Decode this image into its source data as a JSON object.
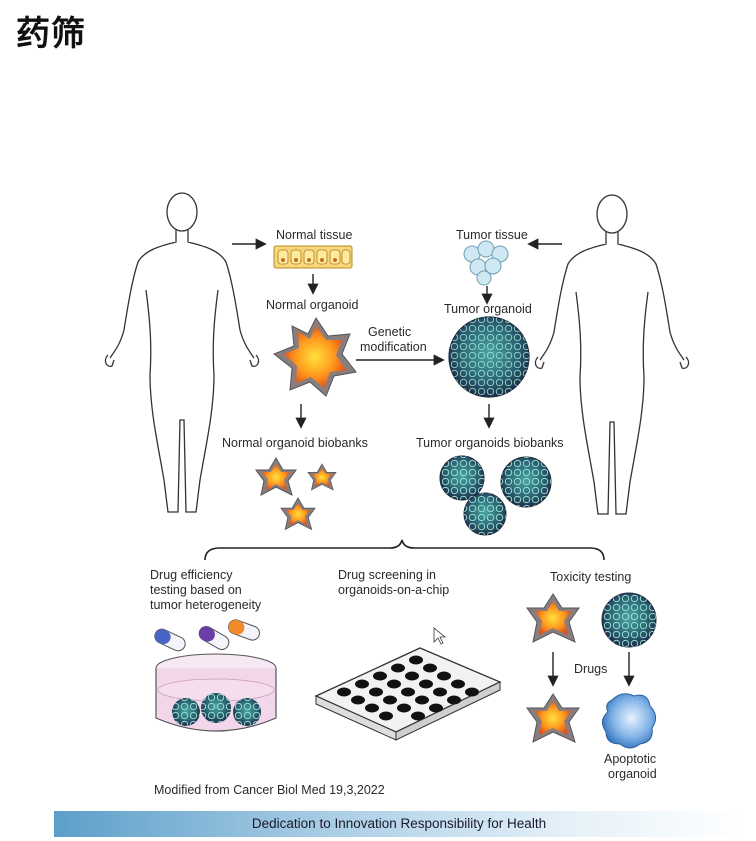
{
  "title": "药筛",
  "labels": {
    "normal_tissue": "Normal tissue",
    "tumor_tissue": "Tumor tissue",
    "normal_organoid": "Normal organoid",
    "tumor_organoid": "Tumor organoid",
    "genetic_modification_1": "Genetic",
    "genetic_modification_2": "modification",
    "normal_biobanks": "Normal organoid biobanks",
    "tumor_biobanks": "Tumor organoids biobanks",
    "drug_efficiency_1": "Drug efficiency",
    "drug_efficiency_2": "testing based on",
    "drug_efficiency_3": "tumor heterogeneity",
    "drug_screening_1": "Drug screening in",
    "drug_screening_2": "organoids-on-a-chip",
    "toxicity_testing": "Toxicity testing",
    "drugs": "Drugs",
    "apoptotic_1": "Apoptotic",
    "apoptotic_2": "organoid"
  },
  "citation": "Modified from Cancer Biol Med 19,3,2022",
  "footer": "Dedication to Innovation  Responsibility for Health"
}
